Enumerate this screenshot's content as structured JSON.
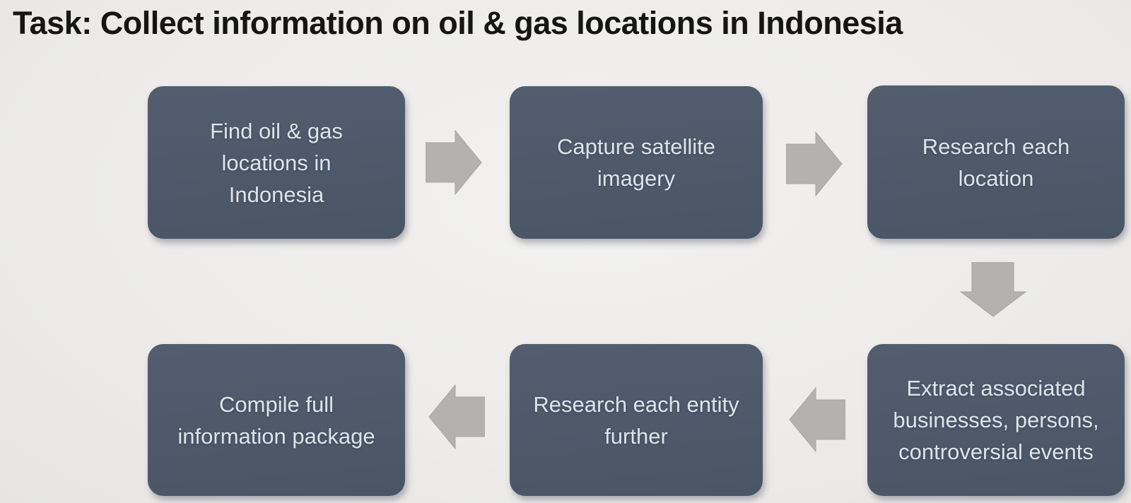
{
  "slide": {
    "title": "Task: Collect information on oil & gas locations in Indonesia"
  },
  "flowchart": {
    "steps": [
      {
        "name": "find-oil-gas-locations",
        "label": "Find oil & gas\nlocations in\nIndonesia"
      },
      {
        "name": "capture-satellite-imagery",
        "label": "Capture satellite\nimagery"
      },
      {
        "name": "research-each-location",
        "label": "Research each\nlocation"
      },
      {
        "name": "extract-associated-entities",
        "label": "Extract associated\nbusinesses, persons,\ncontroversial events"
      },
      {
        "name": "research-each-entity-further",
        "label": "Research each entity\nfurther"
      },
      {
        "name": "compile-full-information-package",
        "label": "Compile full\ninformation package"
      }
    ],
    "arrows": [
      {
        "name": "arrow-1",
        "direction": "right",
        "from": "find-oil-gas-locations",
        "to": "capture-satellite-imagery"
      },
      {
        "name": "arrow-2",
        "direction": "right",
        "from": "capture-satellite-imagery",
        "to": "research-each-location"
      },
      {
        "name": "arrow-3",
        "direction": "down",
        "from": "research-each-location",
        "to": "extract-associated-entities"
      },
      {
        "name": "arrow-4",
        "direction": "left",
        "from": "extract-associated-entities",
        "to": "research-each-entity-further"
      },
      {
        "name": "arrow-5",
        "direction": "left",
        "from": "research-each-entity-further",
        "to": "compile-full-information-package"
      }
    ],
    "colors": {
      "background": "#edecea",
      "box_fill": "#4d5969",
      "box_text": "#dde3ec",
      "arrow_fill": "#b3b2b0",
      "title_text": "#151515"
    }
  }
}
